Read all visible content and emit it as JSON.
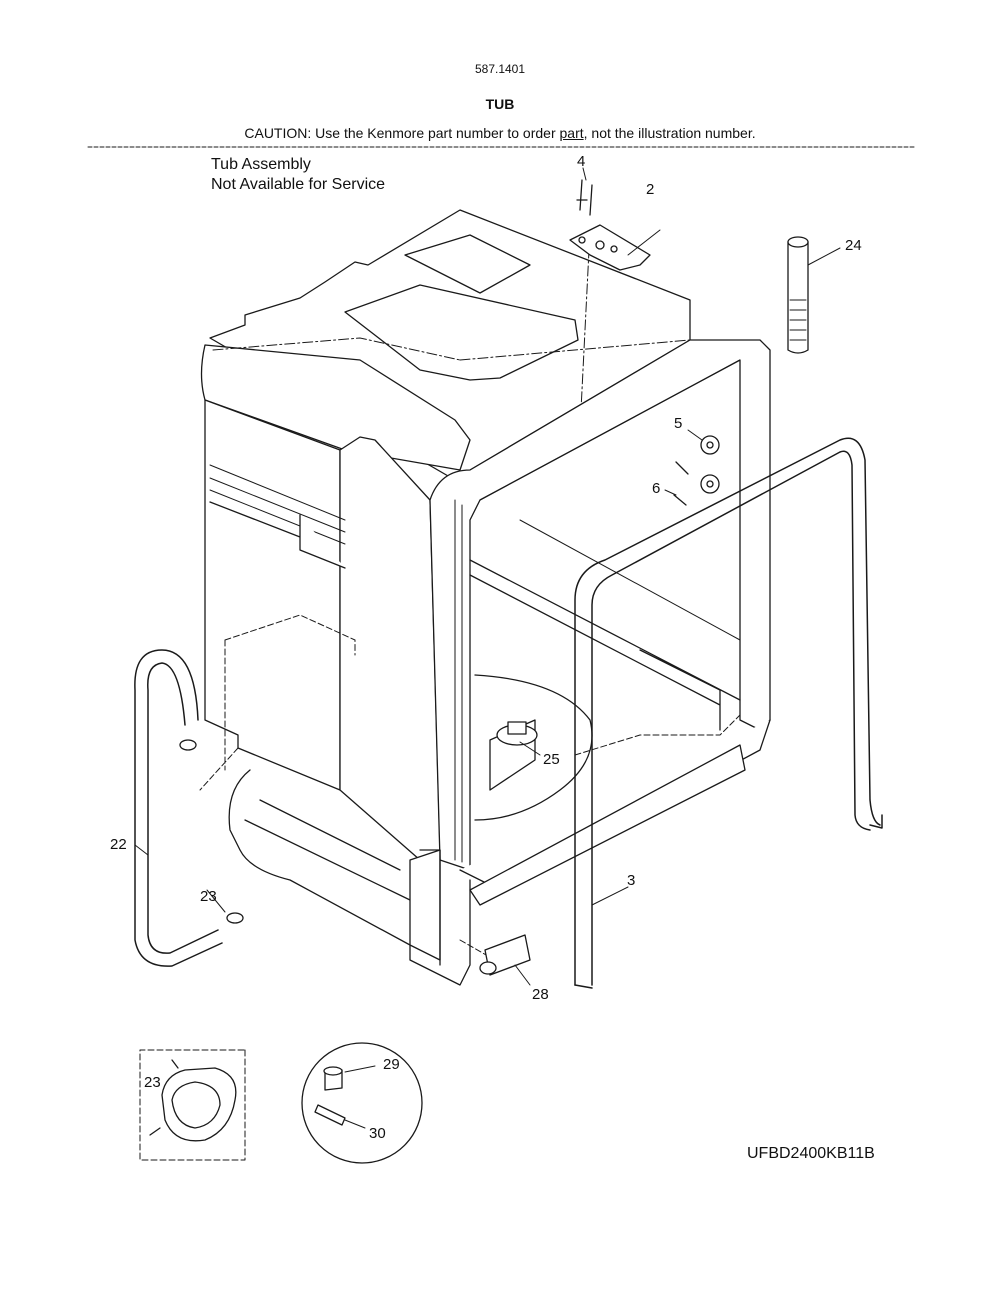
{
  "header": {
    "model_number": "587.1401",
    "title": "TUB",
    "caution_prefix": "CAUTION: Use the Kenmore part number to order ",
    "caution_underlined": "part",
    "caution_suffix": ", not the illustration number."
  },
  "notes": {
    "tub_line1": "Tub Assembly",
    "tub_line2": "Not Available for Service"
  },
  "callouts": {
    "c4": "4",
    "c2": "2",
    "c24": "24",
    "c5": "5",
    "c6": "6",
    "c25": "25",
    "c22": "22",
    "c23": "23",
    "c3": "3",
    "c28": "28",
    "c23_inset": "23",
    "c29": "29",
    "c30": "30"
  },
  "footer": {
    "model_code": "UFBD2400KB11B"
  }
}
